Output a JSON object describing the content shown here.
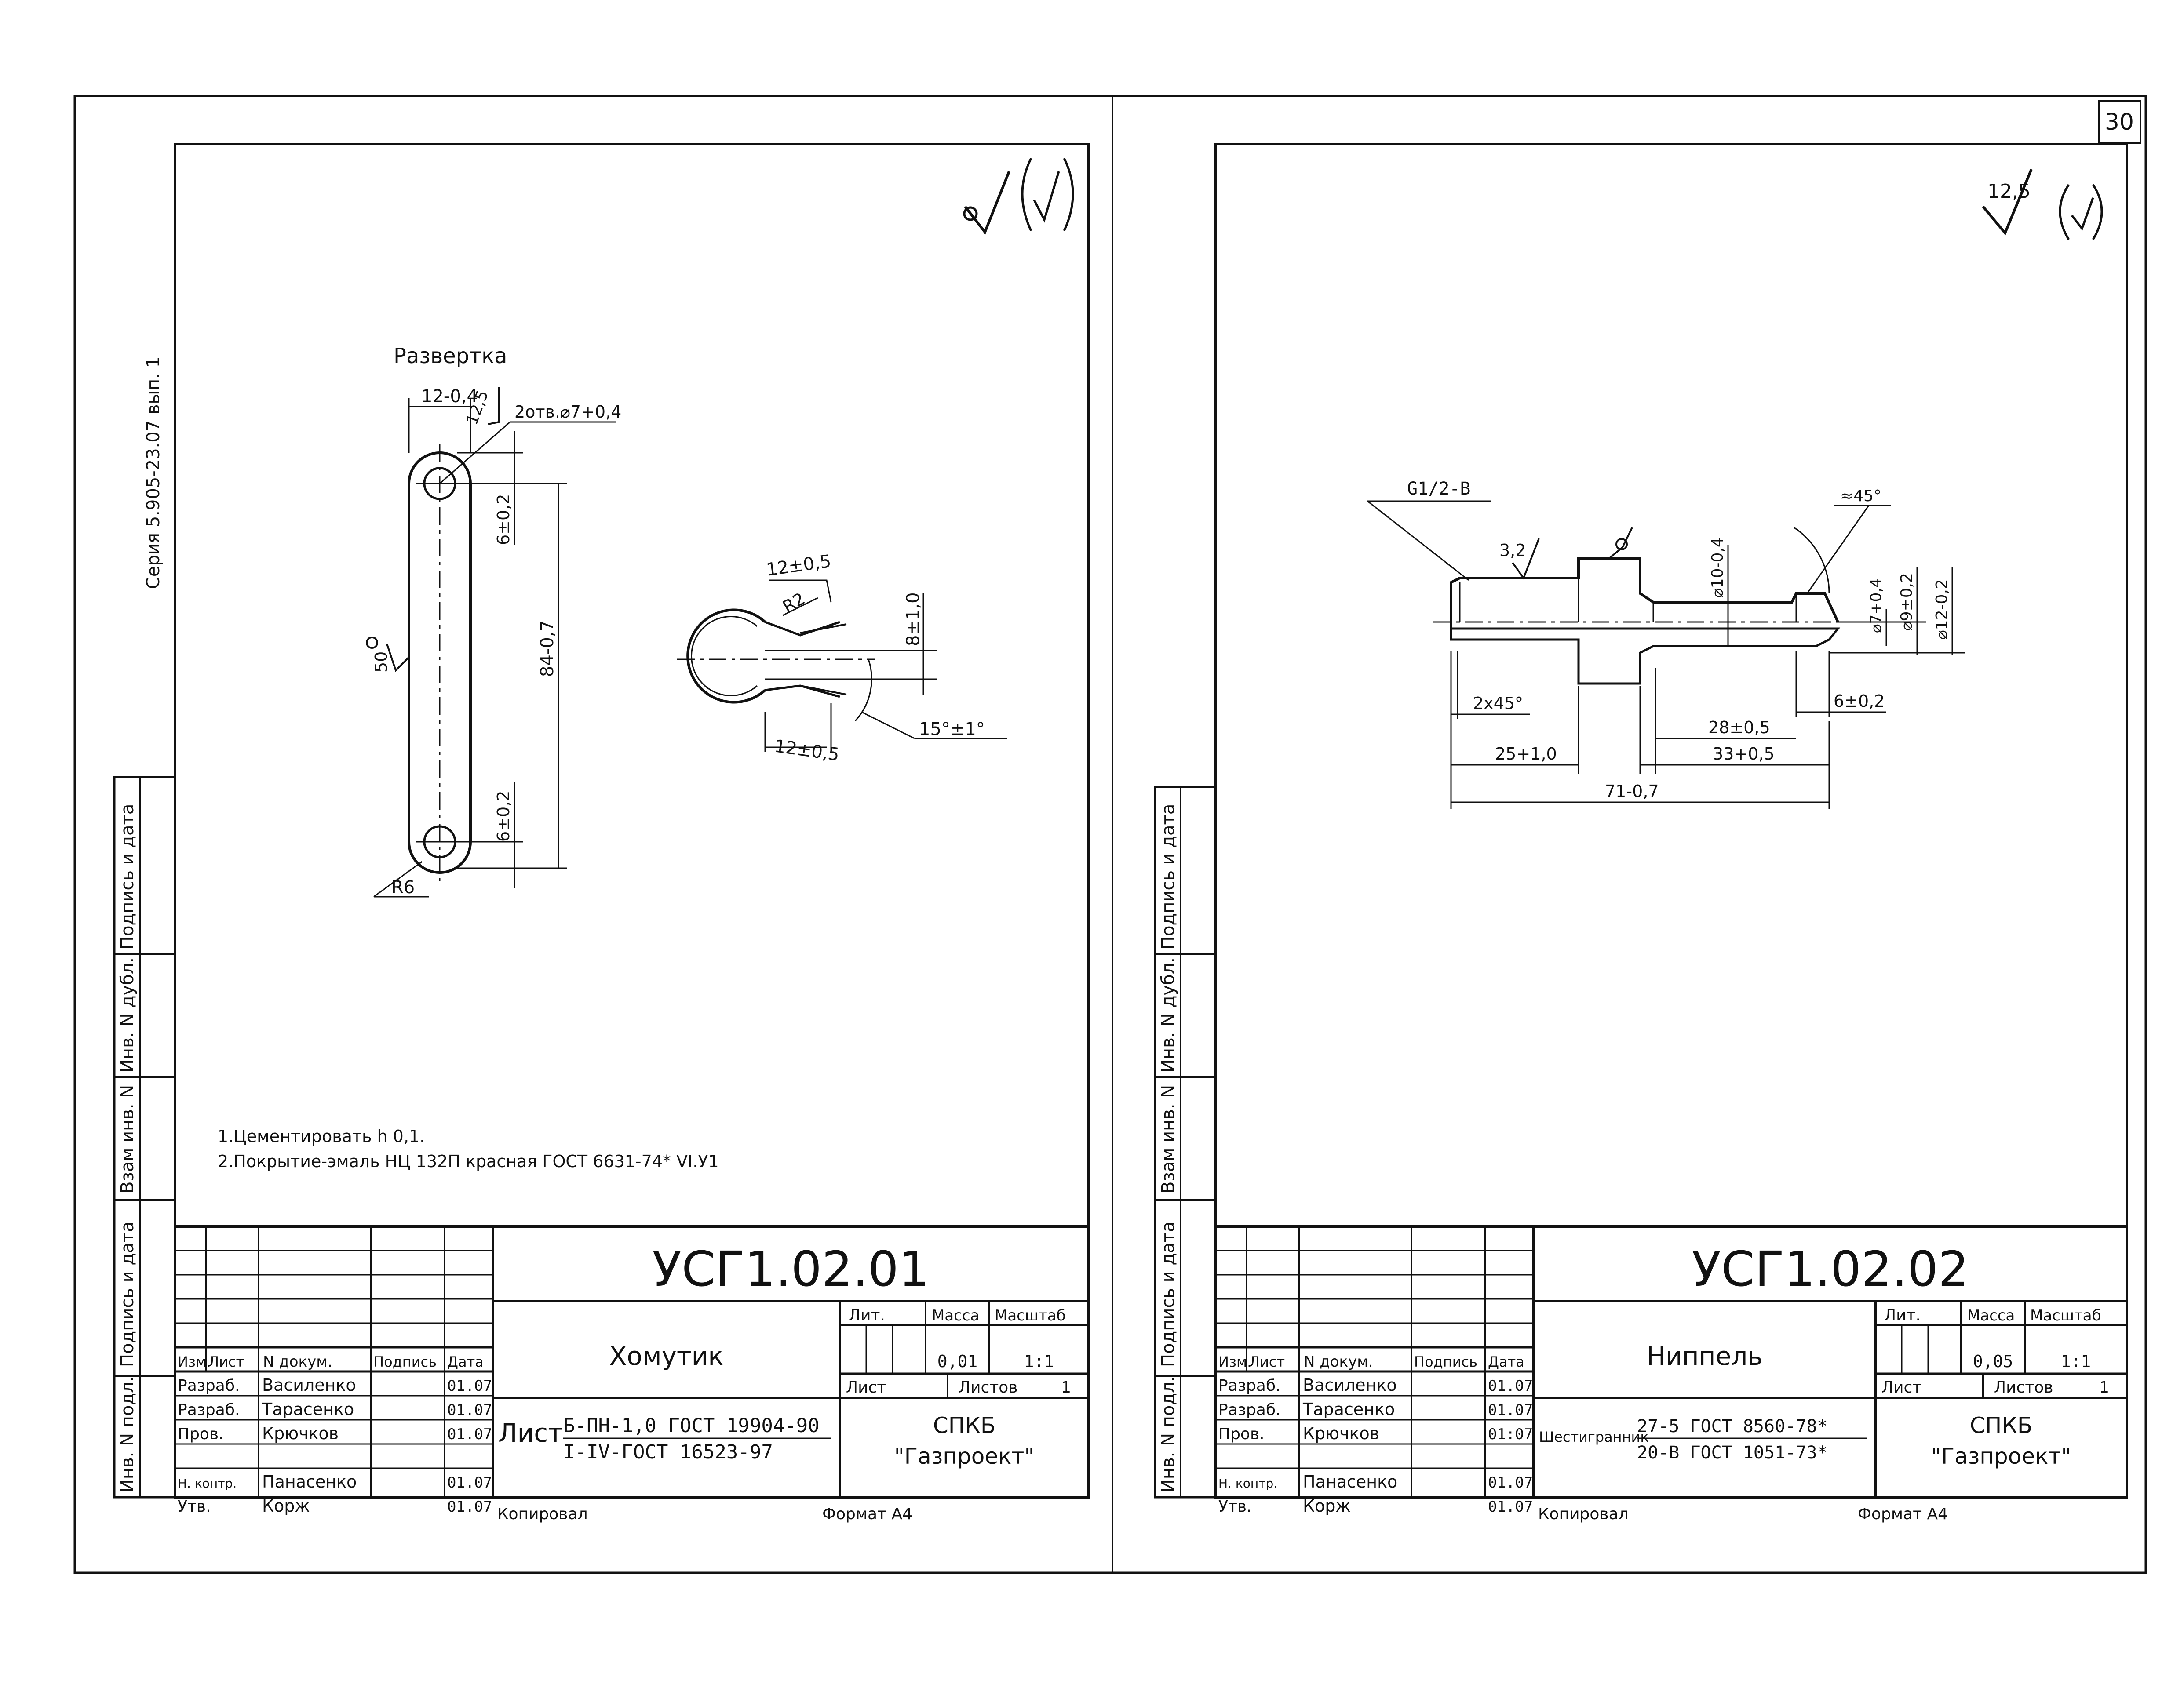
{
  "page_number": "30",
  "side_label": "Серия 5.905-23.07 вып. 1",
  "stamp_side": [
    "Инв. N подл.",
    "Подпись и дата",
    "Взам инв. N",
    "Инв. N дубл.",
    "Подпись и дата"
  ],
  "left": {
    "roughness": "",
    "title_label": "Развертка",
    "dims": {
      "width": "12-0,4",
      "rough_edge": "12,5",
      "holes": "2отв.⌀7+0,4",
      "top_off": "6±0,2",
      "length": "84-0,7",
      "bot_off": "6±0,2",
      "rough_side": "50",
      "radius": "R6",
      "c1": "12±0,5",
      "c2": "R2",
      "c3": "8±1,0",
      "c4": "12±0,5",
      "c5": "15°±1°"
    },
    "notes": [
      "1.Цементировать h 0,1.",
      "2.Покрытие-эмаль НЦ 132П красная ГОСТ 6631-74* VI.У1"
    ],
    "code": "УСГ1.02.01",
    "name": "Хомутик",
    "mass": "0,01",
    "scale": "1:1",
    "material_prefix": "Лист",
    "material_top": "Б-ПН-1,0 ГОСТ 19904-90",
    "material_bottom": "I-IV-ГОСТ 16523-97",
    "org1": "СПКБ",
    "org2": "\"Газпроект\"",
    "rows": [
      {
        "role": "Разраб.",
        "name": "Василенко",
        "date": "01.07"
      },
      {
        "role": "Разраб.",
        "name": "Тарасенко",
        "date": "01.07"
      },
      {
        "role": "Пров.",
        "name": "Крючков",
        "date": "01.07"
      },
      {
        "role": "",
        "name": "",
        "date": ""
      },
      {
        "role": "Н. контр.",
        "name": "Панасенко",
        "date": "01.07"
      },
      {
        "role": "Утв.",
        "name": "Корж",
        "date": "01.07"
      }
    ],
    "copied": "Копировал",
    "format": "Формат А4"
  },
  "right": {
    "roughness": "12,5",
    "dims": {
      "thread": "G1/2-B",
      "rough": "3,2",
      "chamfer": "≈45°",
      "d10": "⌀10-0,4",
      "d7": "⌀7+0,4",
      "d9": "⌀9±0,2",
      "d12": "⌀12-0,2",
      "ch2": "2x45°",
      "l6": "6±0,2",
      "l28": "28±0,5",
      "l25": "25+1,0",
      "l33": "33+0,5",
      "l71": "71-0,7"
    },
    "code": "УСГ1.02.02",
    "name": "Ниппель",
    "mass": "0,05",
    "scale": "1:1",
    "material_prefix": "Шестигранник",
    "material_top": "27-5 ГОСТ 8560-78*",
    "material_bottom": "20-В ГОСТ 1051-73*",
    "org1": "СПКБ",
    "org2": "\"Газпроект\"",
    "rows": [
      {
        "role": "Разраб.",
        "name": "Василенко",
        "date": "01.07"
      },
      {
        "role": "Разраб.",
        "name": "Тарасенко",
        "date": "01.07"
      },
      {
        "role": "Пров.",
        "name": "Крючков",
        "date": "01:07"
      },
      {
        "role": "",
        "name": "",
        "date": ""
      },
      {
        "role": "Н. контр.",
        "name": "Панасенко",
        "date": "01.07"
      },
      {
        "role": "Утв.",
        "name": "Корж",
        "date": "01.07"
      }
    ],
    "copied": "Копировал",
    "format": "Формат А4"
  },
  "tb_headers": {
    "izm": "Изм.",
    "list": "Лист",
    "ndoc": "N докум.",
    "sign": "Подпись",
    "date": "Дата",
    "lit": "Лит.",
    "mass": "Масса",
    "scale": "Масштаб",
    "sheet": "Лист",
    "sheets": "Листов",
    "sheets_val": "1"
  }
}
